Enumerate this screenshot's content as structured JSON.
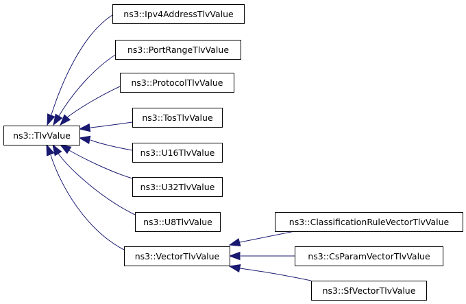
{
  "diagram": {
    "type": "class-inheritance-graph",
    "colors": {
      "edge": "#191970",
      "node_border": "#000000",
      "node_fill": "#ffffff"
    },
    "nodes": [
      {
        "id": "tlv",
        "label": "ns3::TlvValue"
      },
      {
        "id": "ipv4",
        "label": "ns3::Ipv4AddressTlvValue"
      },
      {
        "id": "portrange",
        "label": "ns3::PortRangeTlvValue"
      },
      {
        "id": "protocol",
        "label": "ns3::ProtocolTlvValue"
      },
      {
        "id": "tos",
        "label": "ns3::TosTlvValue"
      },
      {
        "id": "u16",
        "label": "ns3::U16TlvValue"
      },
      {
        "id": "u32",
        "label": "ns3::U32TlvValue"
      },
      {
        "id": "u8",
        "label": "ns3::U8TlvValue"
      },
      {
        "id": "vector",
        "label": "ns3::VectorTlvValue"
      },
      {
        "id": "classrule",
        "label": "ns3::ClassificationRuleVectorTlvValue"
      },
      {
        "id": "csparam",
        "label": "ns3::CsParamVectorTlvValue"
      },
      {
        "id": "sfvector",
        "label": "ns3::SfVectorTlvValue"
      }
    ],
    "edges": [
      {
        "from": "ipv4",
        "to": "tlv"
      },
      {
        "from": "portrange",
        "to": "tlv"
      },
      {
        "from": "protocol",
        "to": "tlv"
      },
      {
        "from": "tos",
        "to": "tlv"
      },
      {
        "from": "u16",
        "to": "tlv"
      },
      {
        "from": "u32",
        "to": "tlv"
      },
      {
        "from": "u8",
        "to": "tlv"
      },
      {
        "from": "vector",
        "to": "tlv"
      },
      {
        "from": "classrule",
        "to": "vector"
      },
      {
        "from": "csparam",
        "to": "vector"
      },
      {
        "from": "sfvector",
        "to": "vector"
      }
    ]
  }
}
